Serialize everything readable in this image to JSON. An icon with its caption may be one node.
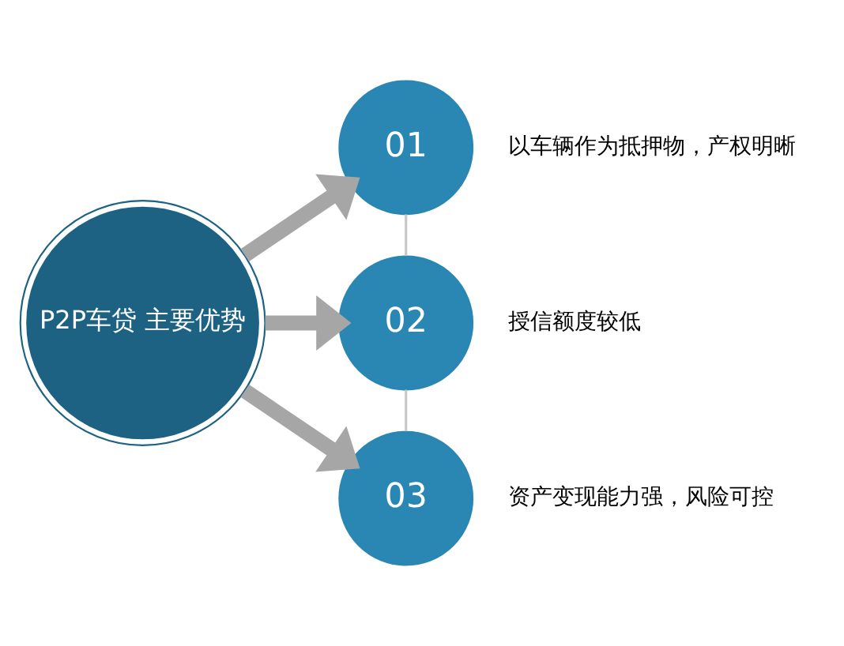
{
  "diagram": {
    "nodes": [
      {
        "text": [
          "P2P车贷 主要优势"
        ]
      },
      {
        "text": [
          "01"
        ],
        "beside": [
          "以车辆作为抵押物，产权明晰"
        ]
      },
      {
        "text": [
          "02"
        ],
        "beside": [
          "授信额度较低"
        ]
      },
      {
        "text": [
          "03"
        ],
        "beside": [
          "资产变现能力强，风险可控"
        ]
      }
    ],
    "edges": [
      {
        "from": 0,
        "to": 1,
        "arrow": "to"
      },
      {
        "from": 0,
        "to": 2,
        "arrow": "to"
      },
      {
        "from": 0,
        "to": 3,
        "arrow": "to"
      },
      {
        "from": 1,
        "to": 2,
        "arrow": "none",
        "color": "#c8c8c8"
      },
      {
        "from": 2,
        "to": 3,
        "arrow": "none",
        "color": "#c8c8c8"
      }
    ]
  }
}
